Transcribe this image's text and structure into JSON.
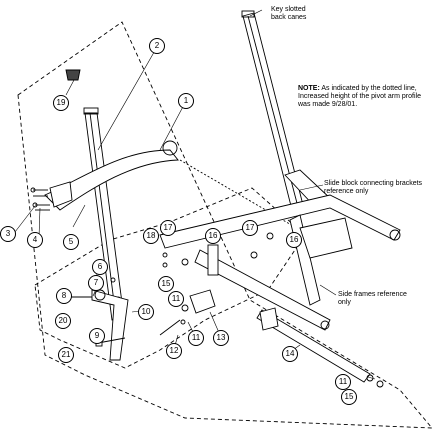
{
  "labels": {
    "key_slotted": "Key slotted\nback canes",
    "note_heading": "NOTE:",
    "note_body": "As indicated by the dotted line, Increased height of the pivot arm profile was made 9/28/01.",
    "slide_block": "Slide block connecting brackets reference only",
    "side_frames": "Side frames reference only"
  },
  "callouts": [
    "1",
    "2",
    "3",
    "4",
    "5",
    "6",
    "7",
    "8",
    "9",
    "10",
    "11",
    "12",
    "13",
    "14",
    "15",
    "16",
    "17",
    "18",
    "19",
    "20",
    "21"
  ]
}
